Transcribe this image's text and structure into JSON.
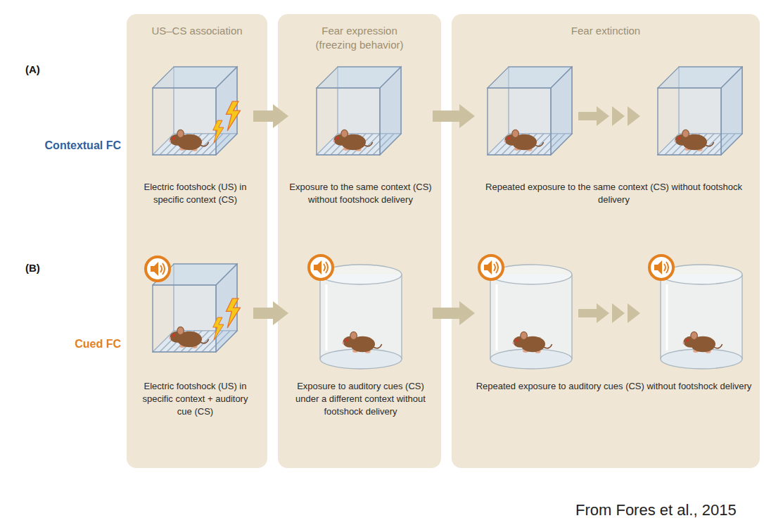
{
  "diagram": {
    "caption": "From Fores et al., 2015",
    "nodes": [
      {
        "text": [
          "US–CS association"
        ]
      },
      {
        "text": [
          "Fear expression (freezing behavior)"
        ]
      },
      {
        "text": [
          "Fear extinction"
        ]
      },
      {
        "text": [
          "Electric footshock (US) in specific context (CS)"
        ],
        "in": 0
      },
      {
        "text": [
          "Exposure to the same context (CS) without footshock delivery"
        ],
        "in": 1
      },
      {
        "text": [
          "Repeated exposure to the same context (CS) without footshock delivery"
        ],
        "in": 2
      },
      {
        "text": [
          "Electric footshock (US) in specific context + auditory cue (CS)"
        ],
        "in": 0
      },
      {
        "text": [
          "Exposure to auditory cues (CS) under a different context without footshock delivery"
        ],
        "in": 1
      },
      {
        "text": [
          "Repeated exposure to auditory cues (CS) without footshock delivery"
        ],
        "in": 2
      }
    ],
    "edges": [
      {
        "from": 3,
        "to": 4,
        "arrow": "to"
      },
      {
        "from": 4,
        "to": 5,
        "arrow": "to"
      },
      {
        "from": 6,
        "to": 7,
        "arrow": "to"
      },
      {
        "from": 7,
        "to": 8,
        "arrow": "to"
      }
    ],
    "labels": [
      "(A)",
      "Contextual FC",
      "(B)",
      "Cued FC"
    ]
  }
}
